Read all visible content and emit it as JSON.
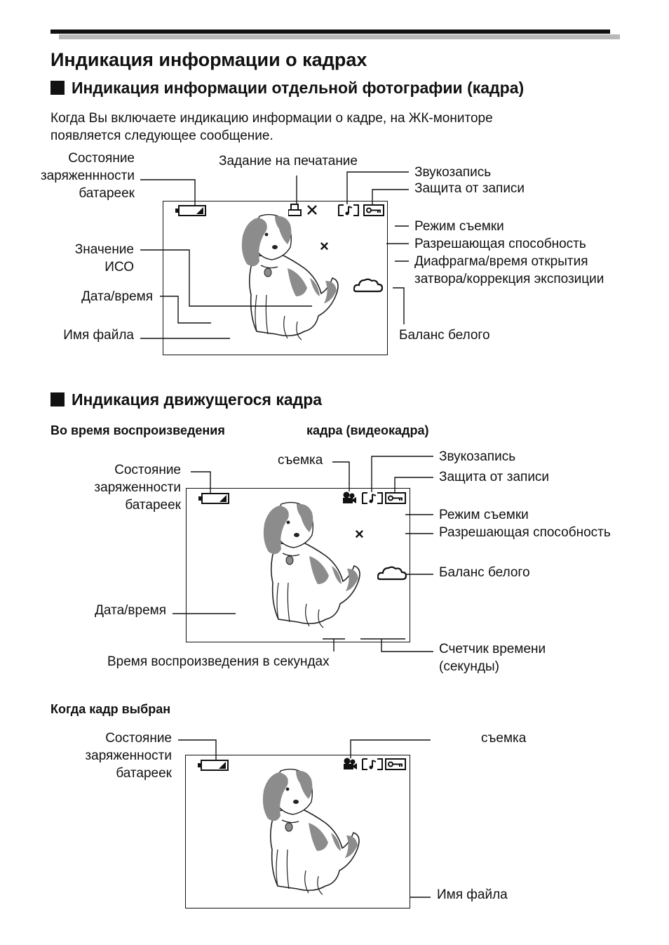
{
  "title": "Индикация информации о кадрах",
  "section1": {
    "heading": "Индикация информации отдельной фотографии (кадра)",
    "intro": [
      "Когда Вы включаете индикацию информации о кадре, на ЖК-мониторе",
      "появляется следующее сообщение."
    ],
    "labels": {
      "battery": [
        "Состояние",
        "заряженнности",
        "батареек"
      ],
      "print_order": "Задание на печатание",
      "sound": "Звукозапись",
      "protect": "Защита от записи",
      "mode": "Режим съемки",
      "resolution": "Разрешающая способность",
      "aperture": [
        "Диафрагма/время открытия",
        "затвора/коррекция экспозиции"
      ],
      "iso": [
        "Значение",
        "ИСО"
      ],
      "datetime": "Дата/время",
      "filename": "Имя файла",
      "white_balance": "Баланс белого"
    },
    "cross": "×"
  },
  "section2": {
    "heading": "Индикация движущегося кадра",
    "playback": {
      "heading_left": "Во время воспроизведения",
      "heading_right": "кадра (видеокадра)",
      "labels": {
        "battery": [
          "Состояние",
          "заряженности",
          "батареек"
        ],
        "shooting": "съемка",
        "sound": "Звукозапись",
        "protect": "Защита от записи",
        "mode": "Режим съемки",
        "resolution": "Разрешающая способность",
        "white_balance": "Баланс белого",
        "datetime": "Дата/время",
        "play_time": "Время воспроизведения в секундах",
        "counter": [
          "Счетчик времени",
          "(секунды)"
        ]
      },
      "cross": "×"
    },
    "selected": {
      "heading": "Когда кадр выбран",
      "labels": {
        "battery": [
          "Состояние",
          "заряженности",
          "батареек"
        ],
        "shooting": "съемка",
        "filename": "Имя файла"
      }
    }
  },
  "icons": [
    "battery-icon",
    "print-icon",
    "sound-icon",
    "protect-key-icon",
    "movie-camera-icon",
    "cloud-icon",
    "dog-illustration"
  ],
  "colors": {
    "text": "#111111",
    "dog_grey": "#8c8c8c",
    "rule_grey": "#b8b8b8"
  }
}
